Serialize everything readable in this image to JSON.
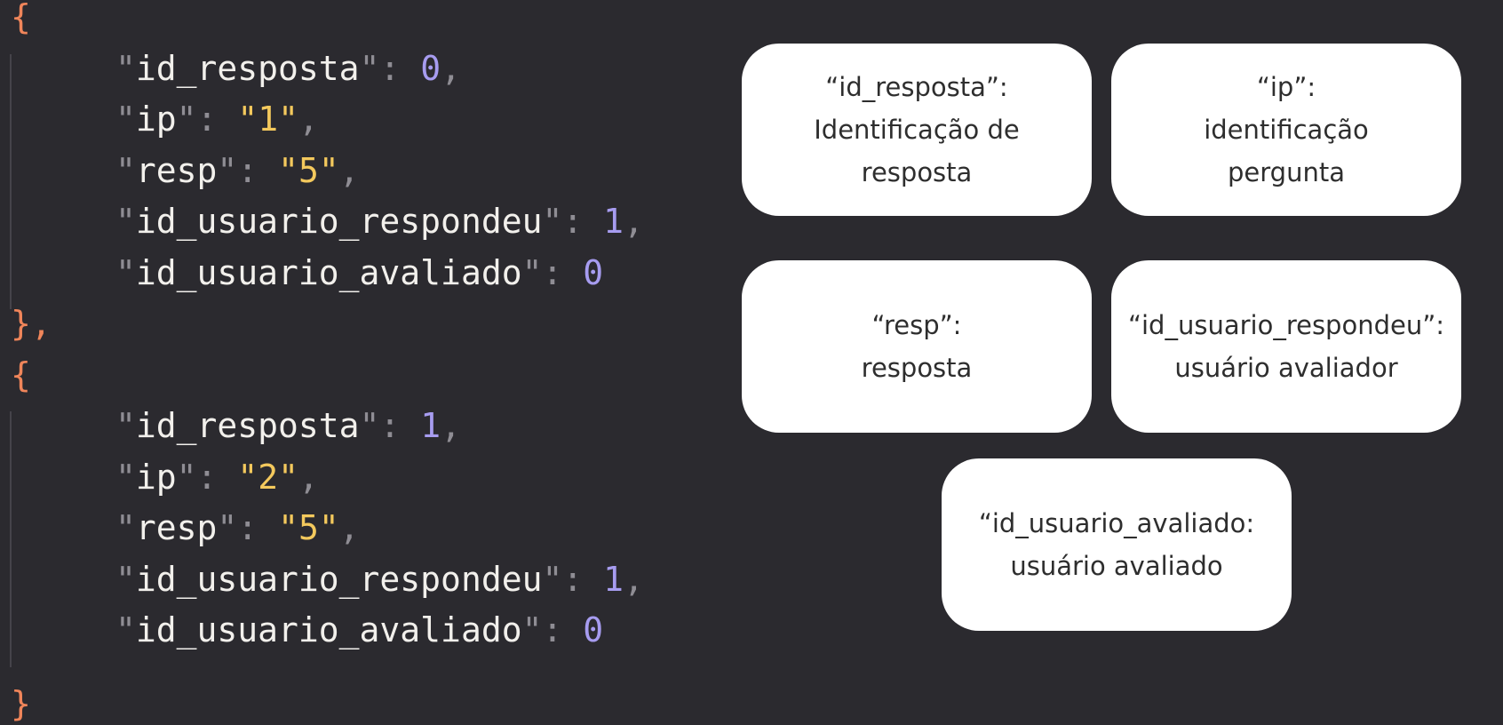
{
  "code": {
    "open_brace": "{",
    "close_brace_comma": "},",
    "close_brace": "}",
    "objects": [
      {
        "fields": [
          {
            "key": "id_resposta",
            "value": "0",
            "type": "num",
            "comma": ","
          },
          {
            "key": "ip",
            "value": "\"1\"",
            "type": "str",
            "comma": ","
          },
          {
            "key": "resp",
            "value": "\"5\"",
            "type": "str",
            "comma": ","
          },
          {
            "key": "id_usuario_respondeu",
            "value": "1",
            "type": "num",
            "comma": ","
          },
          {
            "key": "id_usuario_avaliado",
            "value": "0",
            "type": "num",
            "comma": ""
          }
        ]
      },
      {
        "fields": [
          {
            "key": "id_resposta",
            "value": "1",
            "type": "num",
            "comma": ","
          },
          {
            "key": "ip",
            "value": "\"2\"",
            "type": "str",
            "comma": ","
          },
          {
            "key": "resp",
            "value": "\"5\"",
            "type": "str",
            "comma": ","
          },
          {
            "key": "id_usuario_respondeu",
            "value": "1",
            "type": "num",
            "comma": ","
          },
          {
            "key": "id_usuario_avaliado",
            "value": "0",
            "type": "num",
            "comma": ""
          }
        ]
      }
    ]
  },
  "cards": [
    {
      "lines": [
        "“id_resposta”:",
        "Identificação de",
        "resposta"
      ]
    },
    {
      "lines": [
        "“ip”:",
        "identificação",
        "pergunta"
      ]
    },
    {
      "lines": [
        "“resp”:",
        "resposta"
      ]
    },
    {
      "lines": [
        "“id_usuario_respondeu”:",
        "usuário avaliador"
      ]
    },
    {
      "lines": [
        "“id_usuario_avaliado:",
        "usuário avaliado"
      ]
    }
  ]
}
